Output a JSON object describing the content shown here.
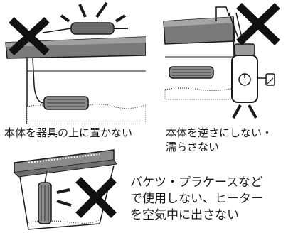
{
  "warnings": [
    {
      "id": "top-left",
      "caption_lines": [
        "本体を器具の上に置かない"
      ]
    },
    {
      "id": "top-right",
      "caption_lines": [
        "本体を逆さにしない・",
        "濡らさない"
      ]
    },
    {
      "id": "bottom",
      "caption_lines": [
        "バケツ・プラケースなど",
        "で使用しない、ヒーター",
        "を空気中に出さない"
      ]
    }
  ],
  "colors": {
    "ink": "#1a1a1a",
    "cross": "#111111",
    "lid": "#6e6e6e",
    "lid_light": "#9a9a9a",
    "sand": "#ffffff"
  }
}
